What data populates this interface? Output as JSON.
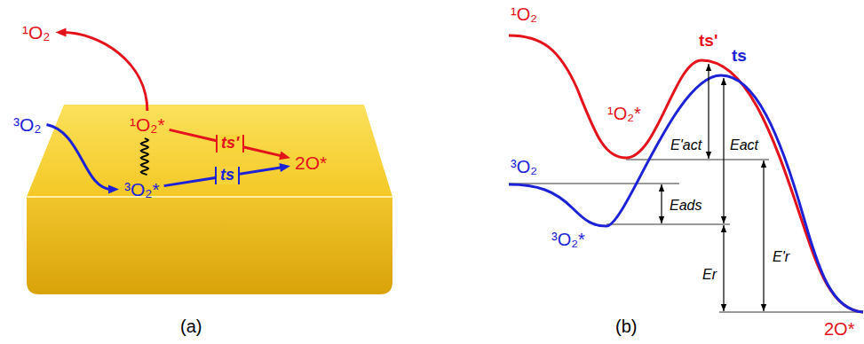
{
  "diagram": {
    "nodes": [
      {
        "text": [
          "¹O₂"
        ]
      },
      {
        "text": [
          "³O₂"
        ]
      },
      {
        "text": [
          "¹O₂*"
        ]
      },
      {
        "text": [
          "2O*"
        ]
      },
      {
        "text": [
          "³O₂*"
        ]
      }
    ],
    "edges": [
      {
        "from": 1,
        "to": 4,
        "arrow": "to"
      },
      {
        "from": 2,
        "to": 0,
        "arrow": "to"
      },
      {
        "from": 2,
        "to": 4,
        "arrow": "none"
      },
      {
        "from": 2,
        "to": 3,
        "arrow": "to",
        "label": "ts'"
      },
      {
        "from": 4,
        "to": 3,
        "arrow": "to",
        "label": "ts"
      }
    ],
    "labels": [
      "¹O₂",
      "ts'",
      "ts",
      "¹O₂*",
      "E'act",
      "Eact",
      "³O₂",
      "Eads",
      "³O₂*",
      "E'r",
      "Er",
      "2O*",
      "(a)",
      "(b)"
    ]
  }
}
